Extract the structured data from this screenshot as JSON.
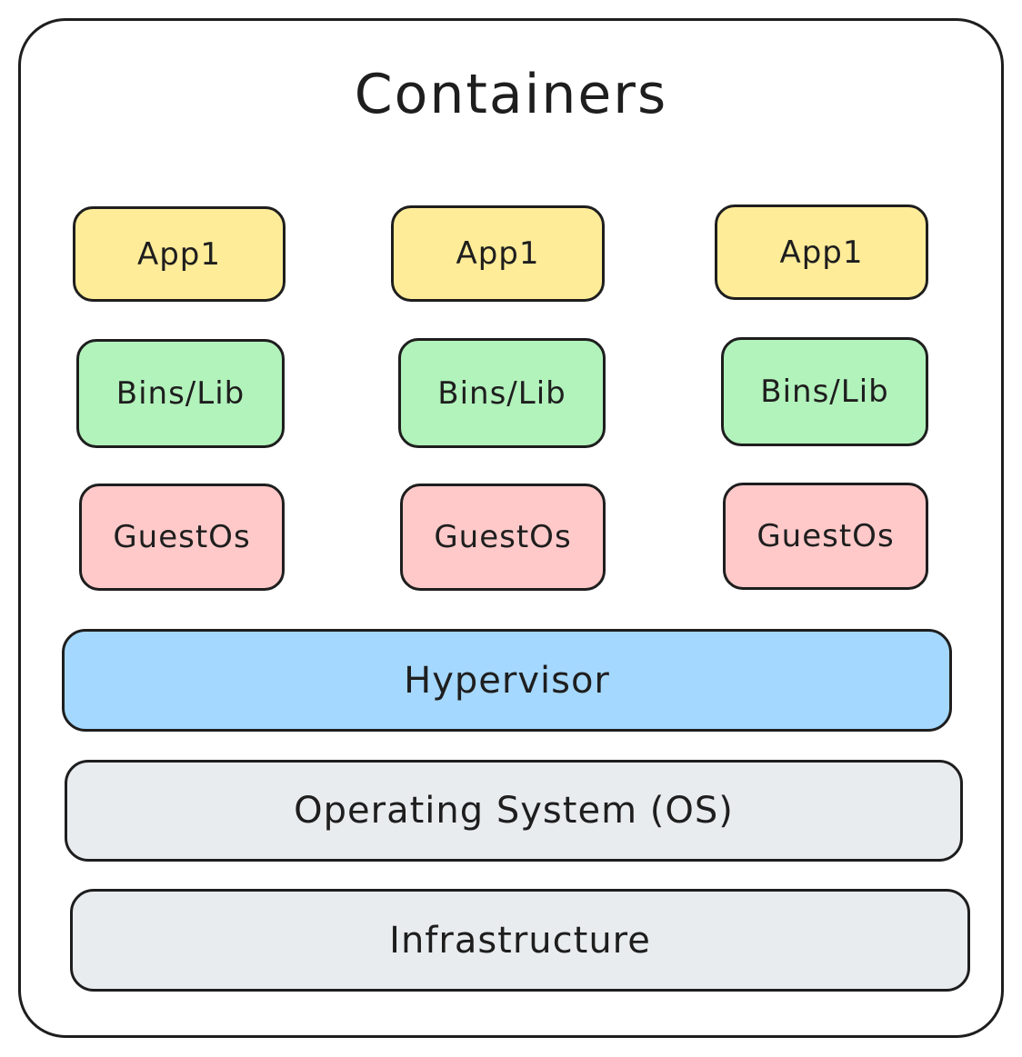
{
  "title": "Containers",
  "columns": [
    {
      "app": "App1",
      "lib": "Bins/Lib",
      "os": "GuestOs"
    },
    {
      "app": "App1",
      "lib": "Bins/Lib",
      "os": "GuestOs"
    },
    {
      "app": "App1",
      "lib": "Bins/Lib",
      "os": "GuestOs"
    }
  ],
  "layers": {
    "hypervisor": "Hypervisor",
    "operating_system": "Operating System (OS)",
    "infrastructure": "Infrastructure"
  },
  "colors": {
    "app": "#ffec99",
    "bins_lib": "#b2f2bb",
    "guest_os": "#ffc9c9",
    "hypervisor": "#a5d8ff",
    "os_layer": "#e9ecef",
    "infrastructure": "#e9ecef",
    "stroke": "#1e1e1e"
  }
}
